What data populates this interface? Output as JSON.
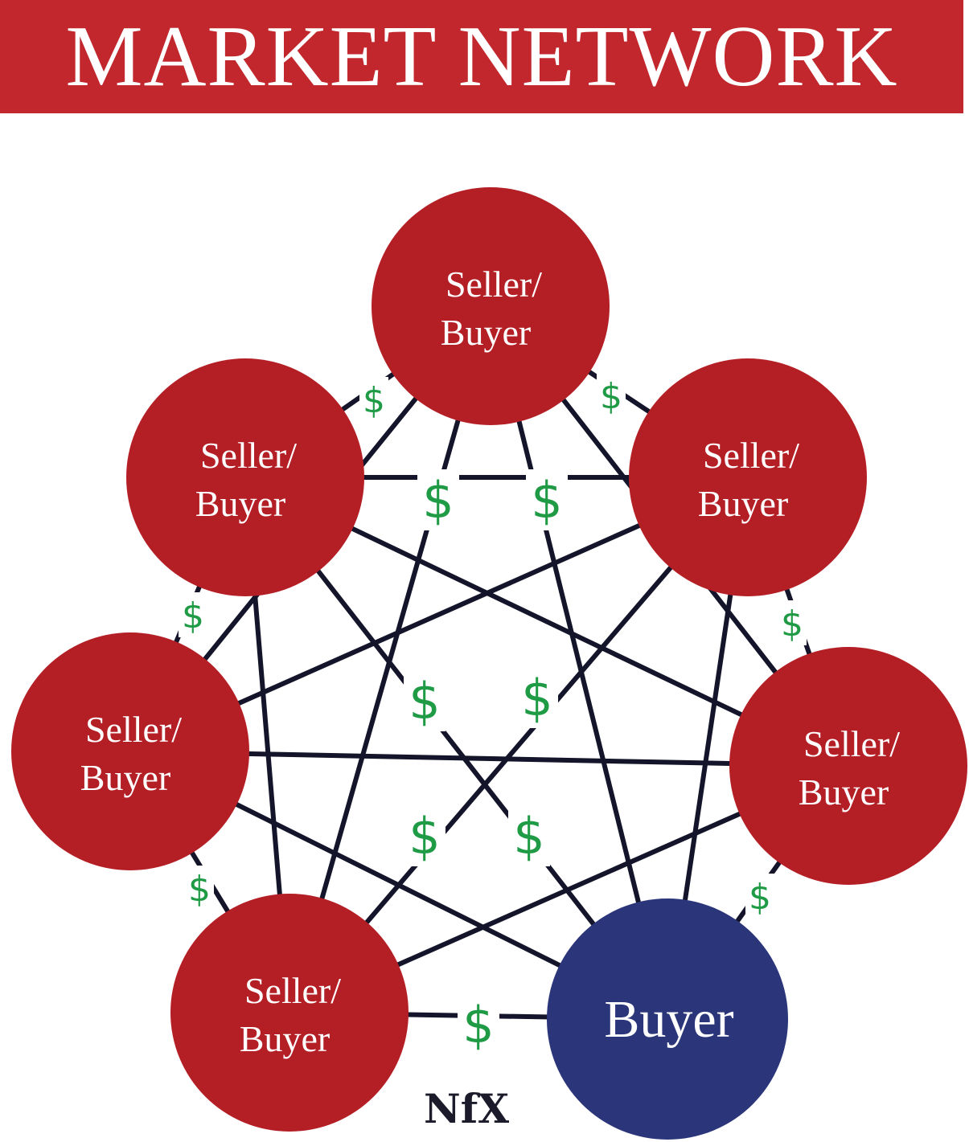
{
  "title": "MARKET NETWORK",
  "nodes": [
    {
      "id": "top",
      "label_line1": "Seller/",
      "label_line2": "Buyer",
      "role": "seller-buyer"
    },
    {
      "id": "upper-left",
      "label_line1": "Seller/",
      "label_line2": "Buyer",
      "role": "seller-buyer"
    },
    {
      "id": "upper-right",
      "label_line1": "Seller/",
      "label_line2": "Buyer",
      "role": "seller-buyer"
    },
    {
      "id": "left",
      "label_line1": "Seller/",
      "label_line2": "Buyer",
      "role": "seller-buyer"
    },
    {
      "id": "right",
      "label_line1": "Seller/",
      "label_line2": "Buyer",
      "role": "seller-buyer"
    },
    {
      "id": "bottom-left",
      "label_line1": "Seller/",
      "label_line2": "Buyer",
      "role": "seller-buyer"
    },
    {
      "id": "buyer",
      "label_line1": "Buyer",
      "label_line2": "",
      "role": "buyer"
    }
  ],
  "transaction_symbol": "$",
  "logo": "NfX",
  "colors": {
    "seller": "#b41f26",
    "buyer": "#2b357a",
    "edge": "#14142a",
    "money": "#1f9a45",
    "banner": "#c1272d"
  }
}
